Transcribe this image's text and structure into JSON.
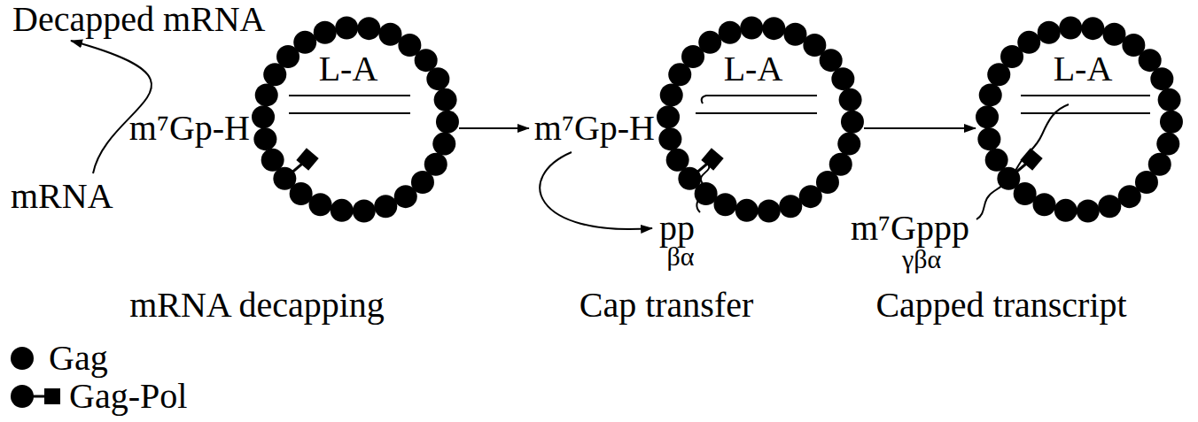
{
  "diagram": {
    "nodes": [
      {
        "text": [
          "m⁷Gp-H",
          "L-A"
        ]
      },
      {
        "text": [
          "m⁷Gp-H",
          "L-A"
        ]
      },
      {
        "text": [
          "L-A"
        ]
      }
    ],
    "edges": [
      {
        "from": 0,
        "to": 1,
        "arrow": "to"
      },
      {
        "from": 1,
        "to": 2,
        "arrow": "to"
      }
    ],
    "labels": [
      "Decapped mRNA",
      "mRNA",
      "mRNA decapping",
      "pp",
      "βα",
      "Cap transfer",
      "m⁷Gppp",
      "γβα",
      "Capped transcript"
    ],
    "legend": [
      {
        "text": "Gag"
      },
      {
        "text": "Gag-Pol"
      }
    ]
  }
}
